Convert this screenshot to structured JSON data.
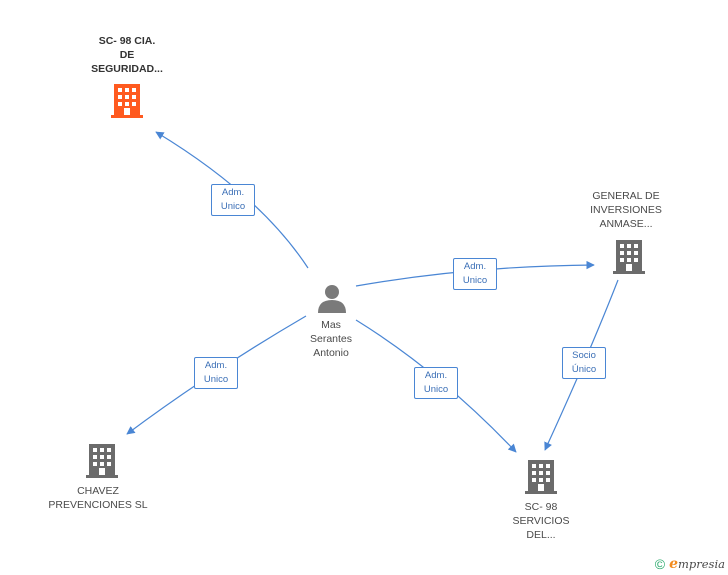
{
  "nodes": {
    "sc98_cia": {
      "lines": [
        "SC- 98 CIA.",
        "DE",
        "SEGURIDAD..."
      ],
      "color": "#ff5a1f"
    },
    "general_inversiones": {
      "lines": [
        "GENERAL DE",
        "INVERSIONES",
        "ANMASE..."
      ],
      "color": "#6b6b6b"
    },
    "person": {
      "lines": [
        "Mas",
        "Serantes",
        "Antonio"
      ],
      "color": "#7a7a7a"
    },
    "chavez": {
      "lines": [
        "CHAVEZ",
        "PREVENCIONES SL"
      ],
      "color": "#6b6b6b"
    },
    "sc98_servicios": {
      "lines": [
        "SC- 98",
        "SERVICIOS",
        "DEL..."
      ],
      "color": "#6b6b6b"
    }
  },
  "edges": {
    "to_sc98_cia": {
      "lines": [
        "Adm.",
        "Unico"
      ]
    },
    "to_general": {
      "lines": [
        "Adm.",
        "Unico"
      ]
    },
    "to_chavez": {
      "lines": [
        "Adm.",
        "Unico"
      ]
    },
    "to_servicios": {
      "lines": [
        "Adm.",
        "Unico"
      ]
    },
    "general_to_servicios": {
      "lines": [
        "Socio",
        "Único"
      ]
    }
  },
  "footer": {
    "copyright": "©",
    "brand_first": "e",
    "brand_rest": "mpresia"
  },
  "colors": {
    "edge": "#4a86d4",
    "highlight": "#ff5a1f",
    "building": "#6b6b6b",
    "person": "#7a7a7a",
    "brand_accent": "#f28b1e"
  }
}
